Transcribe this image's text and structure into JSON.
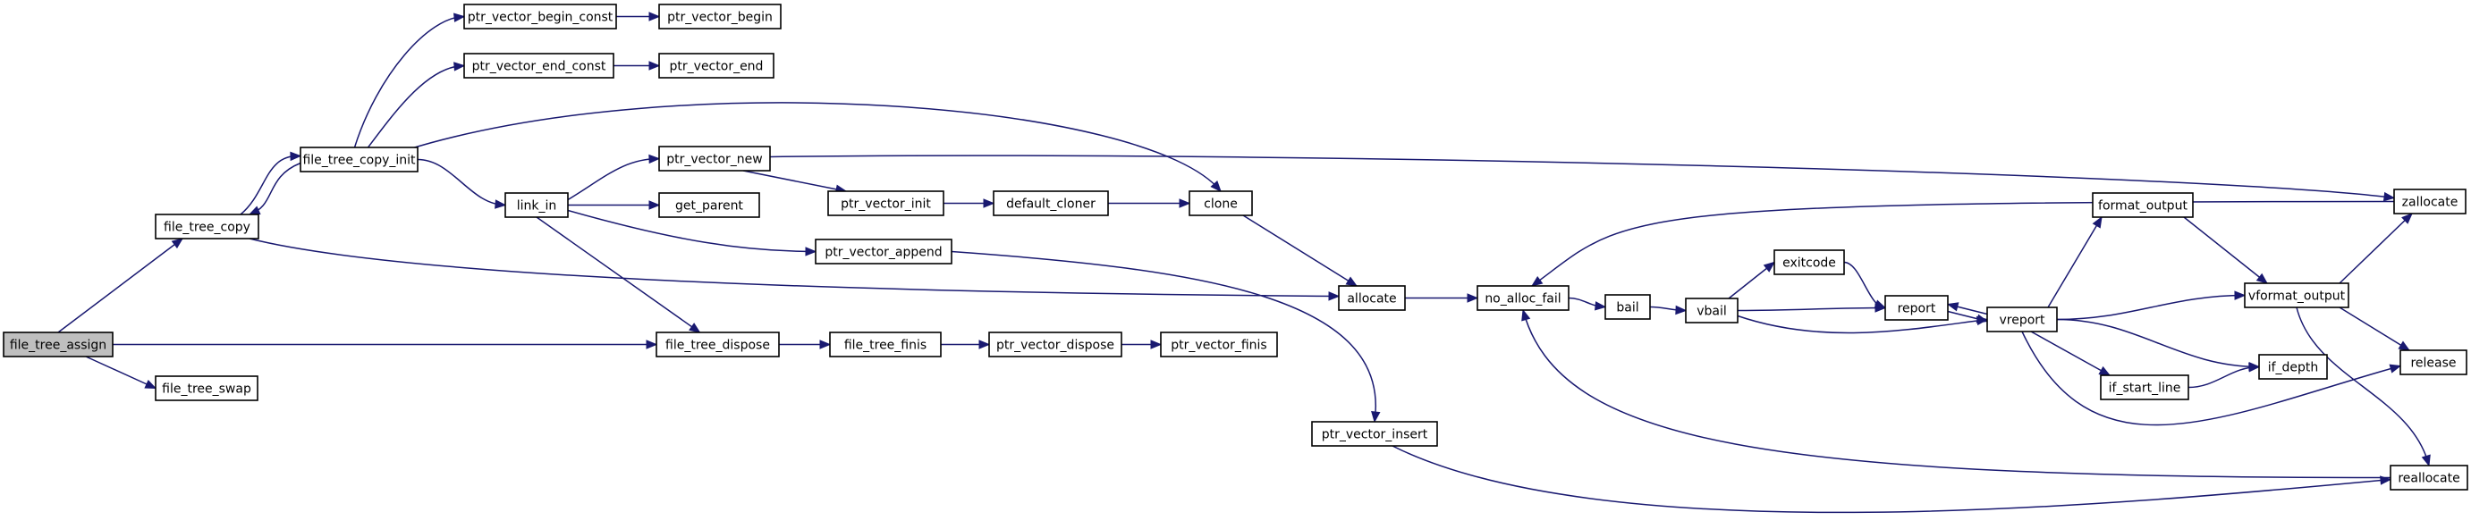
{
  "graph": {
    "colors": {
      "edge": "#191970",
      "node_fill": "#ffffff",
      "root_fill": "#bfbfbf",
      "node_border": "#000000"
    },
    "nodes": [
      {
        "id": "file_tree_assign",
        "label": "file_tree_assign",
        "root": true
      },
      {
        "id": "file_tree_copy",
        "label": "file_tree_copy"
      },
      {
        "id": "file_tree_swap",
        "label": "file_tree_swap"
      },
      {
        "id": "file_tree_copy_init",
        "label": "file_tree_copy_init"
      },
      {
        "id": "ptr_vector_begin_const",
        "label": "ptr_vector_begin_const"
      },
      {
        "id": "ptr_vector_begin",
        "label": "ptr_vector_begin"
      },
      {
        "id": "ptr_vector_end_const",
        "label": "ptr_vector_end_const"
      },
      {
        "id": "ptr_vector_end",
        "label": "ptr_vector_end"
      },
      {
        "id": "link_in",
        "label": "link_in"
      },
      {
        "id": "ptr_vector_new",
        "label": "ptr_vector_new"
      },
      {
        "id": "get_parent",
        "label": "get_parent"
      },
      {
        "id": "ptr_vector_init",
        "label": "ptr_vector_init"
      },
      {
        "id": "default_cloner",
        "label": "default_cloner"
      },
      {
        "id": "clone",
        "label": "clone"
      },
      {
        "id": "ptr_vector_append",
        "label": "ptr_vector_append"
      },
      {
        "id": "allocate",
        "label": "allocate"
      },
      {
        "id": "no_alloc_fail",
        "label": "no_alloc_fail"
      },
      {
        "id": "bail",
        "label": "bail"
      },
      {
        "id": "vbail",
        "label": "vbail"
      },
      {
        "id": "exitcode",
        "label": "exitcode"
      },
      {
        "id": "report",
        "label": "report"
      },
      {
        "id": "vreport",
        "label": "vreport"
      },
      {
        "id": "format_output",
        "label": "format_output"
      },
      {
        "id": "vformat_output",
        "label": "vformat_output"
      },
      {
        "id": "zallocate",
        "label": "zallocate"
      },
      {
        "id": "release",
        "label": "release"
      },
      {
        "id": "if_start_line",
        "label": "if_start_line"
      },
      {
        "id": "if_depth",
        "label": "if_depth"
      },
      {
        "id": "reallocate",
        "label": "reallocate"
      },
      {
        "id": "file_tree_dispose",
        "label": "file_tree_dispose"
      },
      {
        "id": "file_tree_finis",
        "label": "file_tree_finis"
      },
      {
        "id": "ptr_vector_dispose",
        "label": "ptr_vector_dispose"
      },
      {
        "id": "ptr_vector_finis",
        "label": "ptr_vector_finis"
      },
      {
        "id": "ptr_vector_insert",
        "label": "ptr_vector_insert"
      }
    ],
    "edges": [
      {
        "from": "file_tree_assign",
        "to": "file_tree_copy"
      },
      {
        "from": "file_tree_assign",
        "to": "file_tree_dispose"
      },
      {
        "from": "file_tree_assign",
        "to": "file_tree_swap"
      },
      {
        "from": "file_tree_copy",
        "to": "file_tree_copy_init"
      },
      {
        "from": "file_tree_copy",
        "to": "allocate"
      },
      {
        "from": "file_tree_copy_init",
        "to": "file_tree_copy"
      },
      {
        "from": "file_tree_copy_init",
        "to": "ptr_vector_begin_const"
      },
      {
        "from": "file_tree_copy_init",
        "to": "ptr_vector_end_const"
      },
      {
        "from": "file_tree_copy_init",
        "to": "clone"
      },
      {
        "from": "file_tree_copy_init",
        "to": "link_in"
      },
      {
        "from": "ptr_vector_begin_const",
        "to": "ptr_vector_begin"
      },
      {
        "from": "ptr_vector_end_const",
        "to": "ptr_vector_end"
      },
      {
        "from": "link_in",
        "to": "ptr_vector_new"
      },
      {
        "from": "link_in",
        "to": "get_parent"
      },
      {
        "from": "link_in",
        "to": "ptr_vector_append"
      },
      {
        "from": "link_in",
        "to": "file_tree_dispose"
      },
      {
        "from": "ptr_vector_new",
        "to": "ptr_vector_init"
      },
      {
        "from": "ptr_vector_new",
        "to": "zallocate"
      },
      {
        "from": "ptr_vector_init",
        "to": "default_cloner"
      },
      {
        "from": "default_cloner",
        "to": "clone"
      },
      {
        "from": "clone",
        "to": "allocate"
      },
      {
        "from": "ptr_vector_append",
        "to": "ptr_vector_insert"
      },
      {
        "from": "allocate",
        "to": "no_alloc_fail"
      },
      {
        "from": "no_alloc_fail",
        "to": "bail"
      },
      {
        "from": "bail",
        "to": "vbail"
      },
      {
        "from": "vbail",
        "to": "exitcode"
      },
      {
        "from": "vbail",
        "to": "report"
      },
      {
        "from": "vbail",
        "to": "vreport"
      },
      {
        "from": "exitcode",
        "to": "report"
      },
      {
        "from": "report",
        "to": "vreport"
      },
      {
        "from": "vreport",
        "to": "report"
      },
      {
        "from": "vreport",
        "to": "format_output"
      },
      {
        "from": "vreport",
        "to": "vformat_output"
      },
      {
        "from": "vreport",
        "to": "if_depth"
      },
      {
        "from": "vreport",
        "to": "if_start_line"
      },
      {
        "from": "vreport",
        "to": "release"
      },
      {
        "from": "format_output",
        "to": "vformat_output"
      },
      {
        "from": "vformat_output",
        "to": "zallocate"
      },
      {
        "from": "vformat_output",
        "to": "release"
      },
      {
        "from": "vformat_output",
        "to": "reallocate"
      },
      {
        "from": "if_start_line",
        "to": "if_depth"
      },
      {
        "from": "zallocate",
        "to": "no_alloc_fail"
      },
      {
        "from": "reallocate",
        "to": "no_alloc_fail"
      },
      {
        "from": "file_tree_dispose",
        "to": "file_tree_finis"
      },
      {
        "from": "file_tree_finis",
        "to": "ptr_vector_dispose"
      },
      {
        "from": "ptr_vector_dispose",
        "to": "ptr_vector_finis"
      },
      {
        "from": "ptr_vector_insert",
        "to": "reallocate"
      }
    ]
  }
}
